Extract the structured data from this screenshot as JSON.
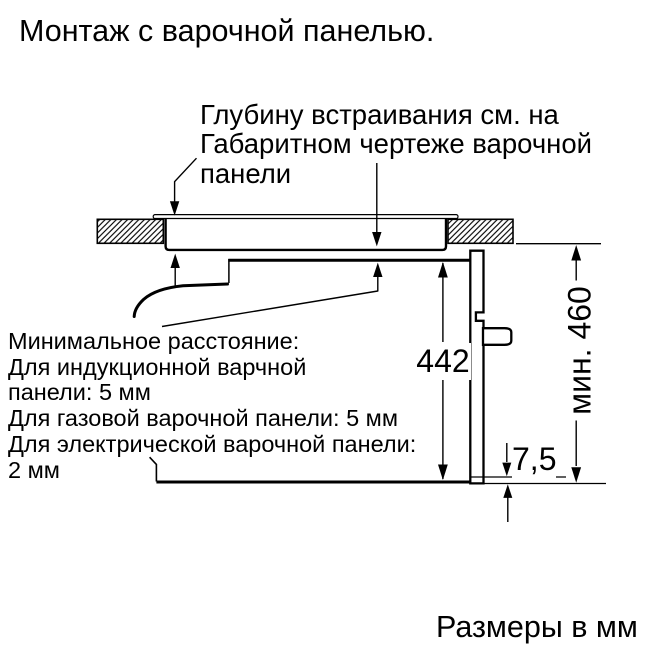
{
  "page": {
    "title": "Монтаж с варочной панелью.",
    "footer": "Размеры в мм"
  },
  "callouts": {
    "depth_note": {
      "line1": "Глубину встраивания см. на",
      "line2": "Габаритном чертеже варочной",
      "line3": "панели"
    },
    "min_distance_note": {
      "lines": [
        "Минимальное расстояние:",
        "Для индукционной варчной",
        "панели: 5 мм",
        "Для газовой варочной панели: 5 мм",
        "Для электрической варочной панели:",
        "2 мм"
      ]
    }
  },
  "dimensions": {
    "oven_niche_height": "442",
    "min_installation_height": "мин. 460",
    "front_frame_overhang": "7,5"
  },
  "colors": {
    "ink": "#000000",
    "background": "#ffffff"
  }
}
